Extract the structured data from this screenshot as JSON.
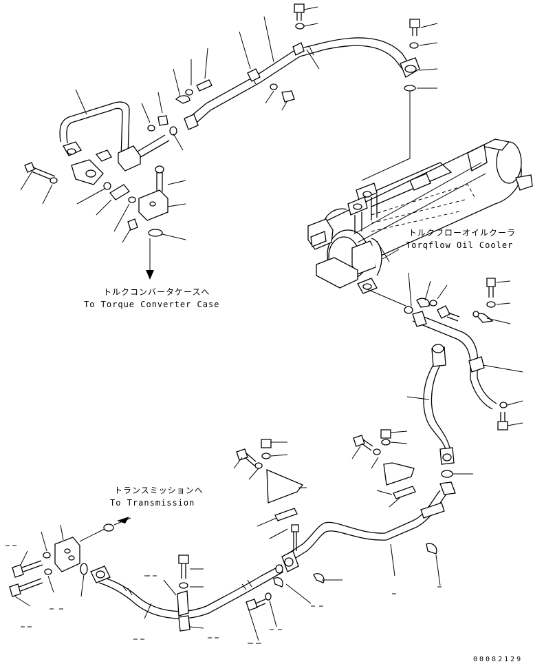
{
  "callouts": {
    "torque_converter_jp": "トルクコンバータケースへ",
    "torque_converter_en": "To Torque Converter Case",
    "oil_cooler_jp": "トルクフローオイルクーラ",
    "oil_cooler_en": "Torqflow Oil Cooler",
    "transmission_jp": "トランスミッションへ",
    "transmission_en": "To Transmission"
  },
  "drawing_id": "00082129",
  "icons": {
    "arrow_down": "arrow-down-icon",
    "arrow_right": "arrow-right-icon"
  }
}
